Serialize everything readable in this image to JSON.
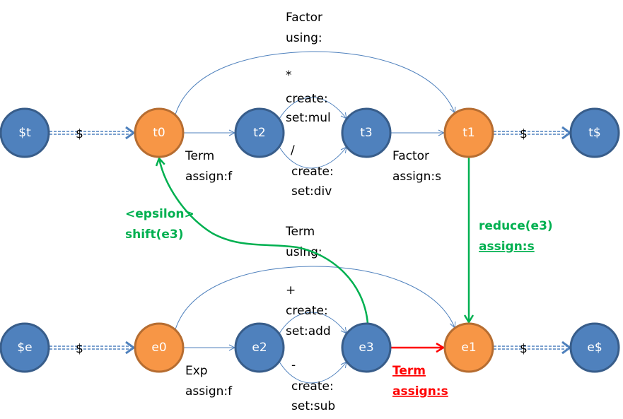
{
  "colors": {
    "blue_fill": "#4f81bd",
    "blue_stroke": "#385d8a",
    "orange_fill": "#f79646",
    "orange_stroke": "#b66d31",
    "edge_blue": "#4f81bd",
    "green": "#00b050",
    "red": "#ff0000"
  },
  "nodes": {
    "st": "$t",
    "t0": "t0",
    "t2": "t2",
    "t3": "t3",
    "t1": "t1",
    "tend": "t$",
    "se": "$e",
    "e0": "e0",
    "e2": "e2",
    "e3": "e3",
    "e1": "e1",
    "eend": "e$"
  },
  "edges": {
    "st_t0": "$",
    "t1_tend": "$",
    "se_e0": "$",
    "e1_eend": "$",
    "t0_t2": [
      "Term",
      "assign:f"
    ],
    "t2_t3_top": [
      "*",
      "create:",
      "set:mul"
    ],
    "t2_t3_bottom": [
      "/",
      "create:",
      "set:div"
    ],
    "t3_t1": [
      "Factor",
      "assign:s"
    ],
    "t0_t1_arc": [
      "Factor",
      "using:"
    ],
    "e0_e2": [
      "Exp",
      "assign:f"
    ],
    "e2_e3_top": [
      "+",
      "create:",
      "set:add"
    ],
    "e2_e3_bottom": [
      "-",
      "create:",
      "set:sub"
    ],
    "e0_e1_arc": [
      "Term",
      "using:"
    ],
    "e3_e1": [
      "Term",
      "assign:s"
    ],
    "e3_t0": [
      "<epsilon>",
      "shift(e3)"
    ],
    "t1_e1": [
      "reduce(e3)",
      "assign:s"
    ]
  }
}
